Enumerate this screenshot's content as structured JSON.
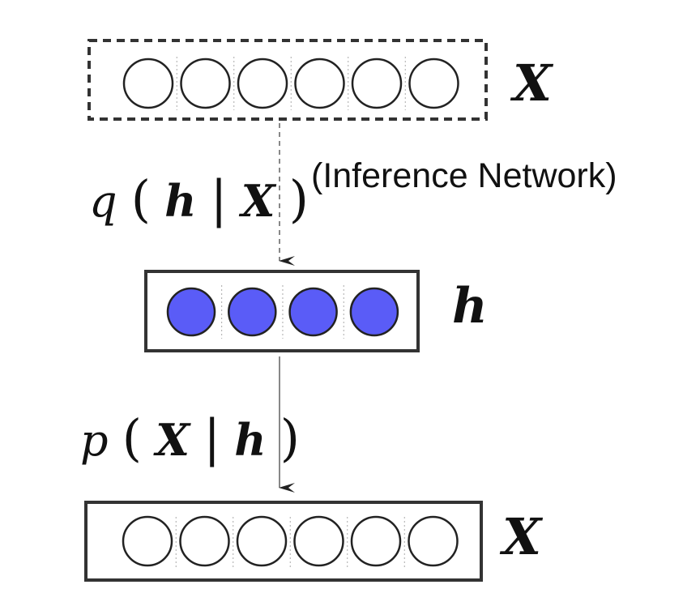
{
  "layers": {
    "input": {
      "label": "X",
      "units": 6,
      "box_style": "dashed",
      "unit_fill": "#ffffff"
    },
    "hidden": {
      "label": "h",
      "units": 4,
      "box_style": "solid",
      "unit_fill": "#5a5cf7"
    },
    "output": {
      "label": "X",
      "units": 6,
      "box_style": "solid",
      "unit_fill": "#ffffff"
    }
  },
  "edges": {
    "inference": {
      "label_fn": "q",
      "label_first": "h",
      "label_second": "X",
      "label_note": "(Inference Network)",
      "line_style": "dashed"
    },
    "generative": {
      "label_fn": "p",
      "label_first": "X",
      "label_second": "h",
      "line_style": "solid"
    }
  },
  "colors": {
    "stroke": "#222222",
    "hidden_unit": "#5a5cf7",
    "separator": "#aaaaaa"
  }
}
